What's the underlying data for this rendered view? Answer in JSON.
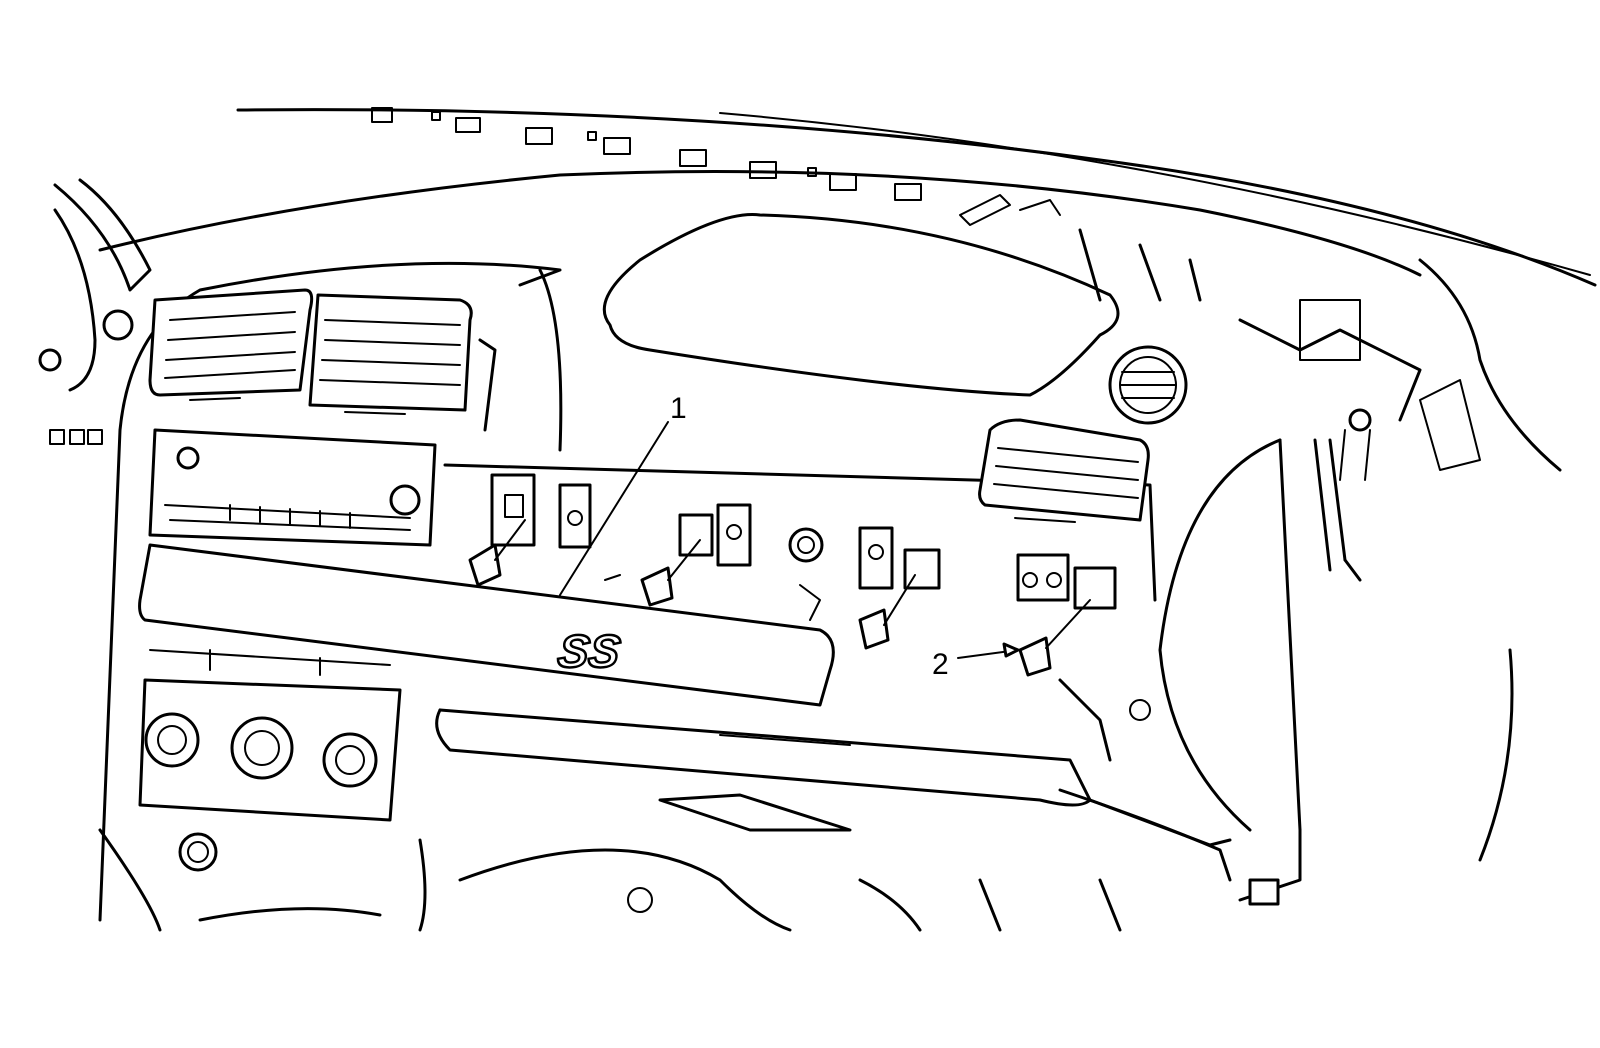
{
  "callouts": [
    {
      "id": "1",
      "label": "1"
    },
    {
      "id": "2",
      "label": "2"
    }
  ],
  "trim_badge": "SS"
}
